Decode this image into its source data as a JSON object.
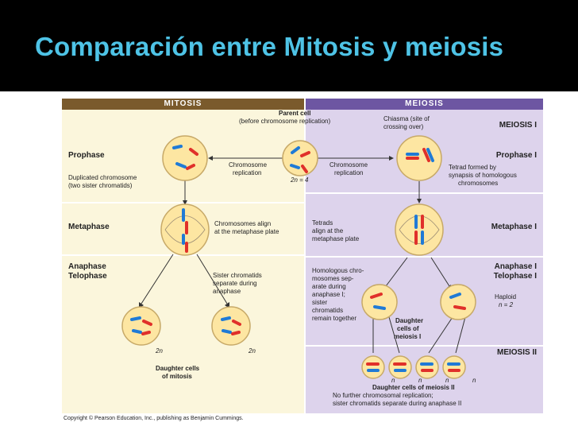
{
  "title": "Comparación entre Mitosis y meiosis",
  "mitosis": {
    "header": "MITOSIS",
    "stages": {
      "prophase": "Prophase",
      "metaphase": "Metaphase",
      "anaphase": "Anaphase",
      "telophase": "Telophase"
    },
    "dup_chrom_1": "Duplicated chromosome",
    "dup_chrom_2": "(two sister chromatids)",
    "replication_1": "Chromosome",
    "replication_2": "replication",
    "align_1": "Chromosomes align",
    "align_2": "at the metaphase plate",
    "sister_1": "Sister chromatids",
    "sister_2": "separate during",
    "sister_3": "anaphase",
    "ploidy_left": "2n",
    "ploidy_right": "2n",
    "daughter_1": "Daughter cells",
    "daughter_2": "of mitosis"
  },
  "parent": {
    "label_1": "Parent cell",
    "label_2": "(before chromosome replication)",
    "ploidy": "2n = 4"
  },
  "meiosis": {
    "header": "MEIOSIS",
    "meiosis_i": "MEIOSIS I",
    "meiosis_ii": "MEIOSIS II",
    "prophase": "Prophase I",
    "metaphase": "Metaphase I",
    "anaphase": "Anaphase I",
    "telophase": "Telophase I",
    "chiasma_1": "Chiasma (site of",
    "chiasma_2": "crossing over)",
    "replication_1": "Chromosome",
    "replication_2": "replication",
    "tetrad_1": "Tetrad formed by",
    "tetrad_2": "synapsis of homologous",
    "tetrad_3": "chromosomes",
    "tetrads_1": "Tetrads",
    "tetrads_2": "align at the",
    "tetrads_3": "metaphase plate",
    "homolog_1": "Homologous chro-",
    "homolog_2": "mosomes sep-",
    "homolog_3": "arate during",
    "homolog_4": "anaphase I;",
    "homolog_5": "sister",
    "homolog_6": "chromatids",
    "homolog_7": "remain together",
    "haploid_1": "Haploid",
    "haploid_2": "n = 2",
    "dc_1": "Daughter",
    "dc_2": "cells of",
    "dc_3": "meiosis I",
    "n_labels": [
      "n",
      "n",
      "n",
      "n"
    ],
    "final_1": "Daughter cells of meiosis II",
    "final_2": "No further chromosomal replication;",
    "final_3": "sister chromatids separate during anaphase II"
  },
  "copyright": "Copyright © Pearson Education, Inc., publishing as Benjamin Cummings."
}
